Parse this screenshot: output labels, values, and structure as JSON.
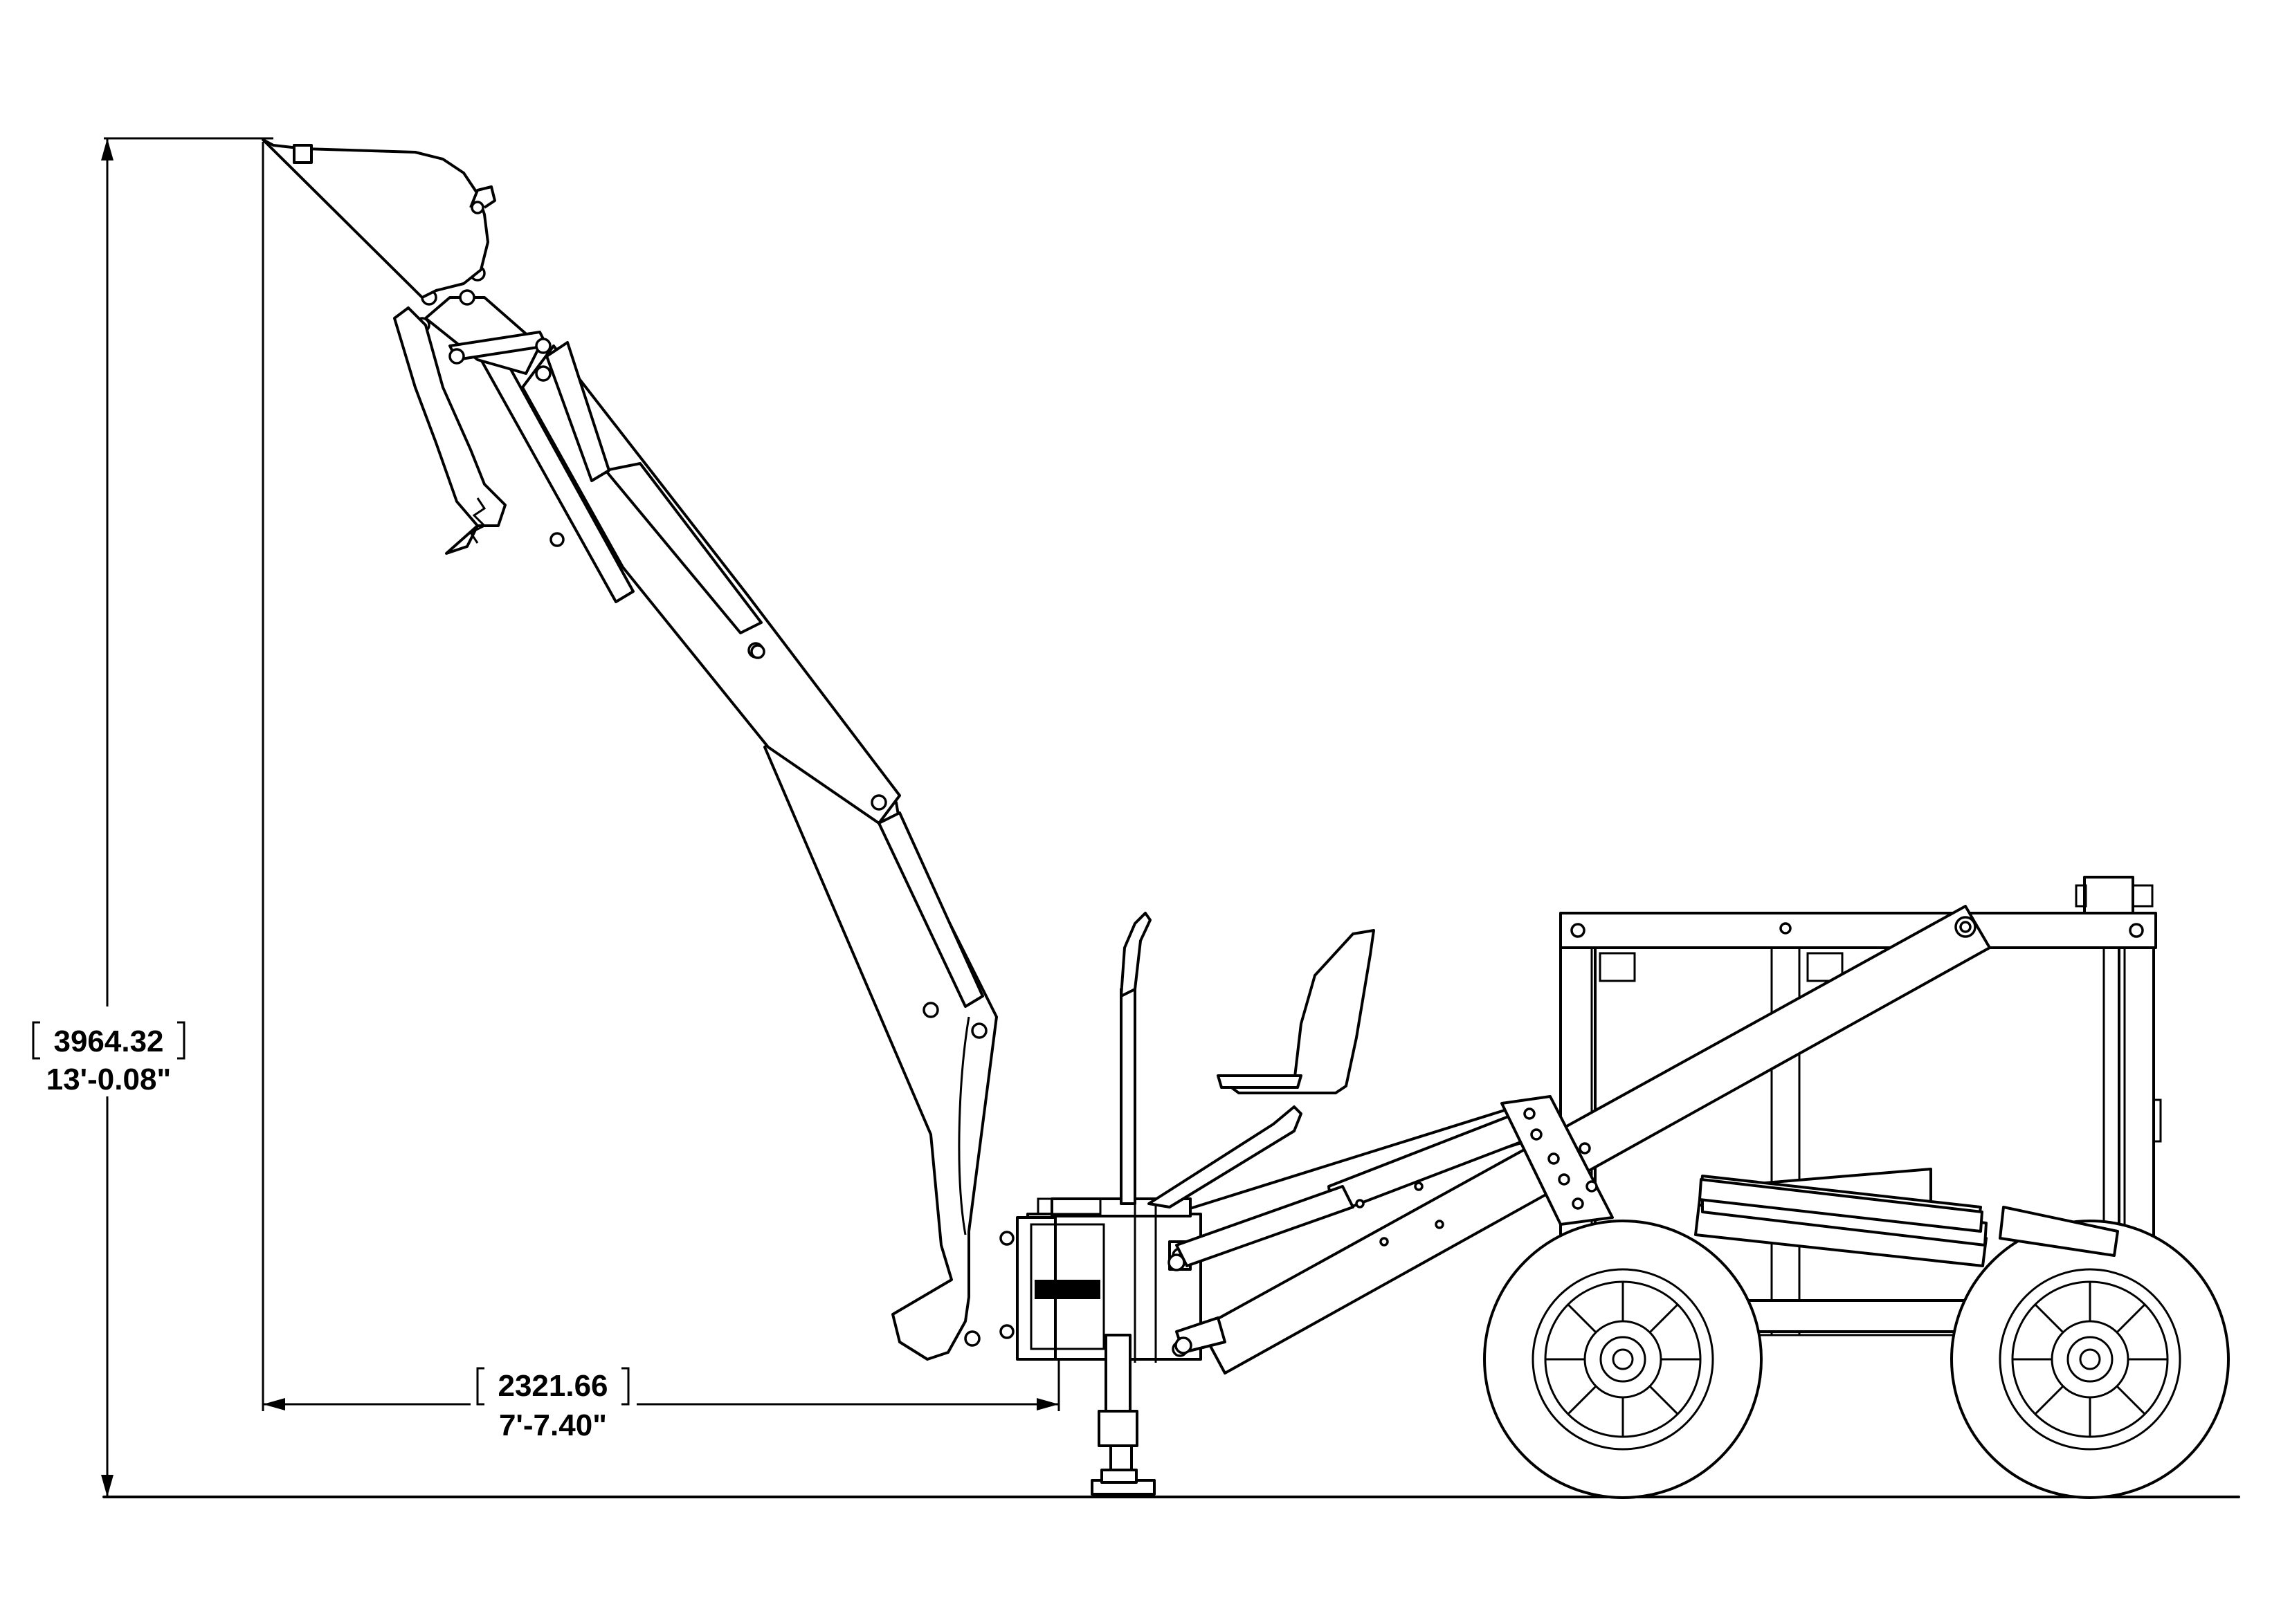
{
  "dimensions": {
    "height": {
      "metric": "3964.32",
      "imperial": "13'-0.08\""
    },
    "reach": {
      "metric": "2321.66",
      "imperial": "7'-7.40\""
    }
  },
  "colors": {
    "line": "#000000",
    "background": "#ffffff"
  }
}
